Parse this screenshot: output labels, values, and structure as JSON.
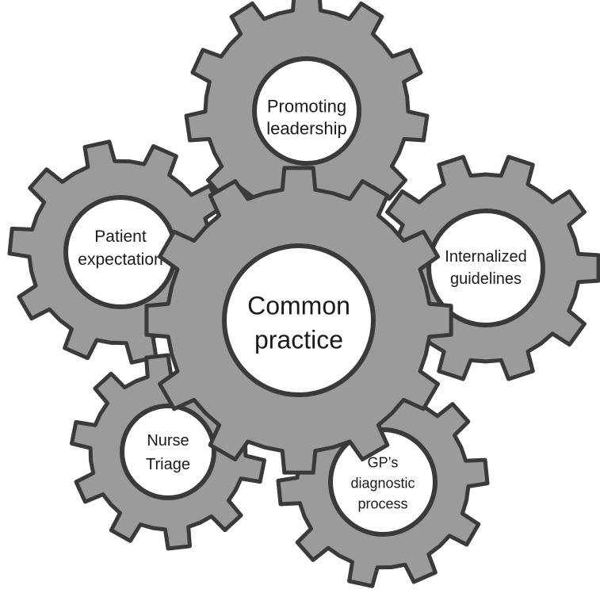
{
  "diagram": {
    "center": {
      "lines": [
        "Common",
        "practice"
      ]
    },
    "gears": [
      {
        "id": "promoting-leadership",
        "lines": [
          "Promoting",
          "leadership"
        ]
      },
      {
        "id": "patient-expectation",
        "lines": [
          "Patient",
          "expectation"
        ]
      },
      {
        "id": "internalized-guidelines",
        "lines": [
          "Internalized",
          "guidelines"
        ]
      },
      {
        "id": "nurse-triage",
        "lines": [
          "Nurse",
          "Triage"
        ]
      },
      {
        "id": "gps-diagnostic-process",
        "lines": [
          "GP’s",
          "diagnostic",
          "process"
        ]
      }
    ]
  },
  "colors": {
    "gear_fill": "#9b9a9c",
    "gear_outline": "#3a393b",
    "hole_fill": "#ffffff",
    "text": "#1a1a1a"
  }
}
